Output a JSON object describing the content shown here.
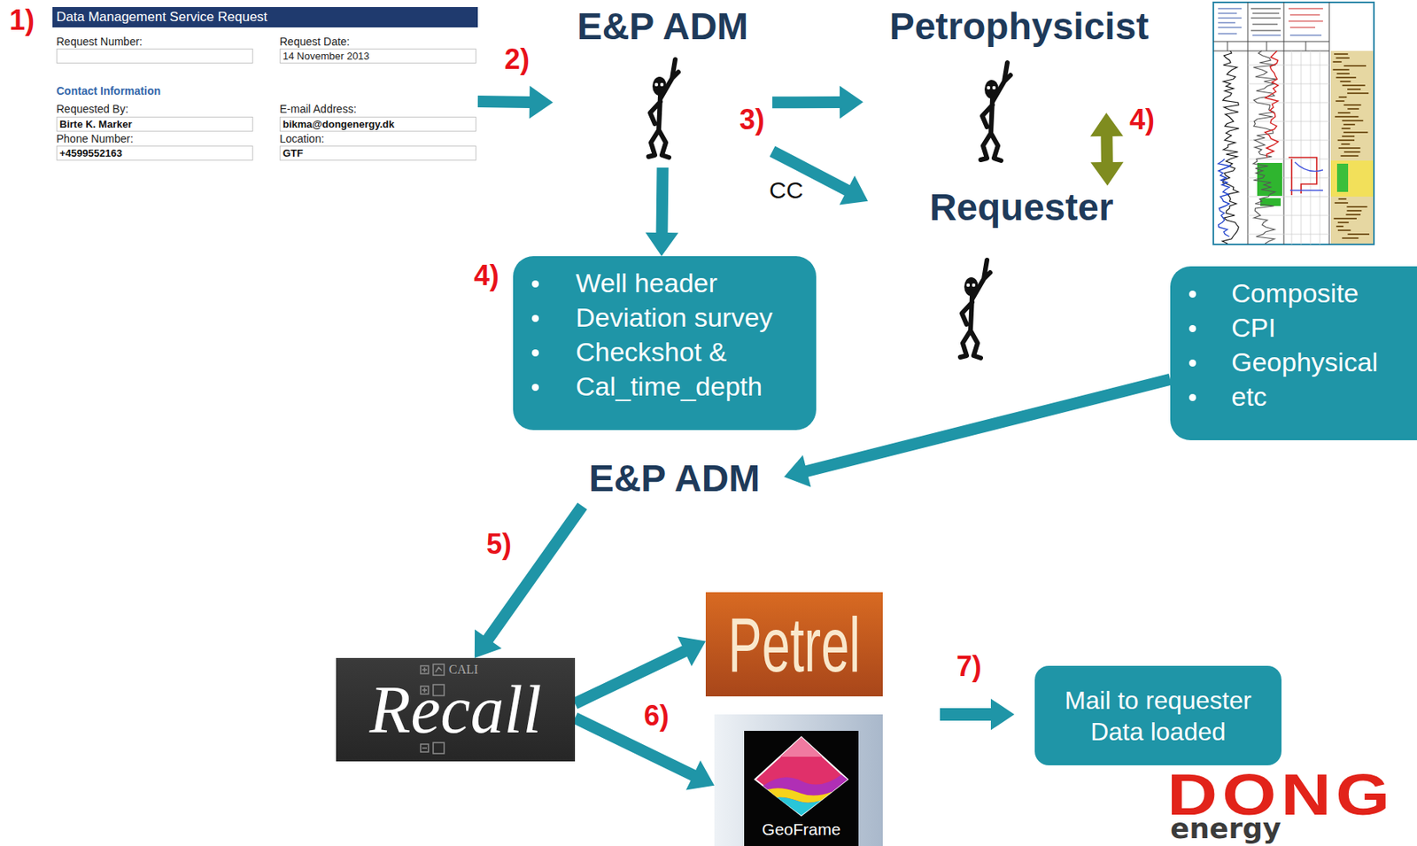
{
  "diagram": {
    "nodes": [
      {
        "text": [
          "Data Management Service Request",
          "Request Number:",
          "Request Date:",
          "14 November 2013",
          "Contact Information",
          "Requested By:",
          "E-mail Address:",
          "Birte K. Marker",
          "bikma@dongenergy.dk",
          "Phone Number:",
          "Location:",
          "+4599552163",
          "GTF"
        ]
      },
      {
        "text": [
          "E&P ADM"
        ]
      },
      {
        "text": [
          "Petrophysicist"
        ]
      },
      {
        "text": [
          "Requester"
        ]
      },
      {
        "text": [
          "Well header",
          "Deviation survey",
          "Checkshot &",
          "Cal_time_depth"
        ]
      },
      {
        "text": [
          "Composite",
          "CPI",
          "Geophysical",
          "etc"
        ]
      },
      {
        "text": [
          "E&P ADM"
        ]
      },
      {
        "text": [
          "CALI",
          "Recall"
        ]
      },
      {
        "text": [
          "Petrel"
        ]
      },
      {
        "text": [
          "GeoFrame"
        ]
      },
      {
        "text": [
          "Mail to requester Data loaded"
        ]
      }
    ],
    "edges": [
      {
        "from": 0,
        "to": 1,
        "arrow": "to"
      },
      {
        "from": 1,
        "to": 2,
        "arrow": "to"
      },
      {
        "from": 1,
        "to": 3,
        "label": "CC",
        "arrow": "to"
      },
      {
        "from": 2,
        "to": 3,
        "arrow": "both"
      },
      {
        "from": 1,
        "to": 4,
        "arrow": "to"
      },
      {
        "from": 5,
        "to": 6,
        "arrow": "to"
      },
      {
        "from": 6,
        "to": 7,
        "arrow": "to"
      },
      {
        "from": 7,
        "to": 8,
        "arrow": "to"
      },
      {
        "from": 7,
        "to": 9,
        "arrow": "to"
      }
    ],
    "labels": [
      "1)",
      "2)",
      "3)",
      "4)",
      "4)",
      "5)",
      "6)",
      "7)",
      "DONG",
      "energy"
    ]
  }
}
